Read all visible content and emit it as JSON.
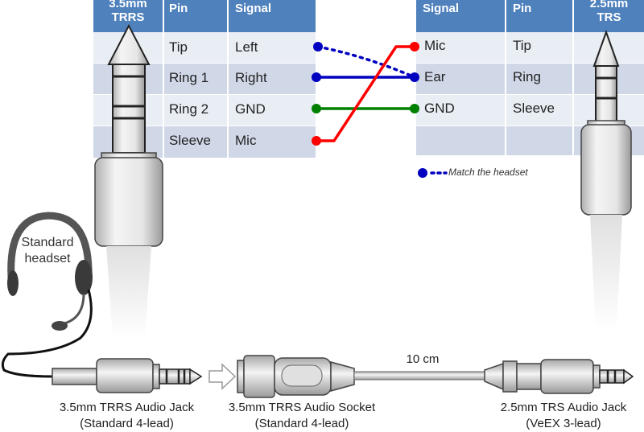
{
  "left_table": {
    "headers": {
      "jack": "3.5mm\nTRRS",
      "pin": "Pin",
      "signal": "Signal"
    },
    "rows": [
      {
        "pin": "Tip",
        "signal": "Left"
      },
      {
        "pin": "Ring 1",
        "signal": "Right"
      },
      {
        "pin": "Ring 2",
        "signal": "GND"
      },
      {
        "pin": "Sleeve",
        "signal": "Mic"
      }
    ]
  },
  "right_table": {
    "headers": {
      "signal": "Signal",
      "pin": "Pin",
      "jack": "2.5mm\nTRS"
    },
    "rows": [
      {
        "signal": "Mic",
        "pin": "Tip"
      },
      {
        "signal": "Ear",
        "pin": "Ring"
      },
      {
        "signal": "GND",
        "pin": "Sleeve"
      },
      {
        "signal": "",
        "pin": ""
      }
    ]
  },
  "legend": {
    "text": "Match the headset"
  },
  "headset": {
    "label_line1": "Standard",
    "label_line2": "headset"
  },
  "cable": {
    "length": "10 cm"
  },
  "captions": [
    {
      "line1": "3.5mm TRRS Audio Jack",
      "line2": "(Standard 4-lead)"
    },
    {
      "line1": "3.5mm TRRS Audio Socket",
      "line2": "(Standard 4-lead)"
    },
    {
      "line1": "2.5mm TRS Audio Jack",
      "line2": "(VeEX 3-lead)"
    }
  ],
  "colors": {
    "header": "#4f81bd",
    "wire_red": "#ff0000",
    "wire_blue": "#0000c0",
    "wire_green": "#008000",
    "dotted_blue": "#0000c0"
  }
}
